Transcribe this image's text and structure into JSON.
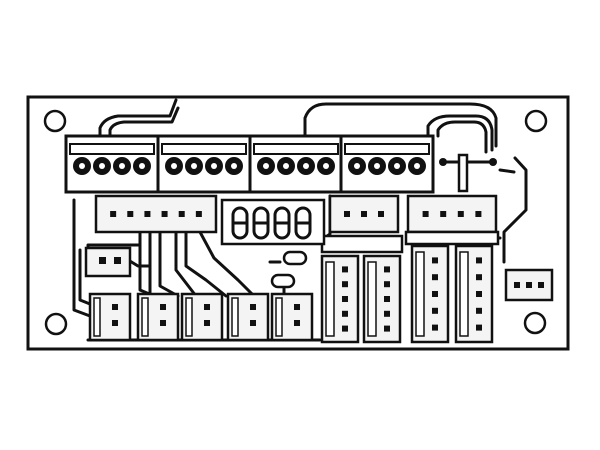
{
  "diagram": {
    "kind": "pcb-layout-drawing",
    "colors": {
      "ink": "#111111",
      "paper": "#ffffff",
      "pad": "#ffffff",
      "connector_fill": "#f4f4f4"
    },
    "components": {
      "mounting_holes": 4,
      "terminal_blocks": {
        "count": 4,
        "screws_each": 4
      },
      "upper_headers": {
        "count": 3,
        "pins": [
          6,
          3,
          4
        ]
      },
      "lower_headers": {
        "count": 5,
        "pins_each": 2
      },
      "vertical_connectors": {
        "count": 4,
        "pins_each": 5
      },
      "side_connector_pins": 3,
      "small_2pin_connector_pins": 2,
      "pad_pairs": 4,
      "resistor_pads": 2
    }
  }
}
